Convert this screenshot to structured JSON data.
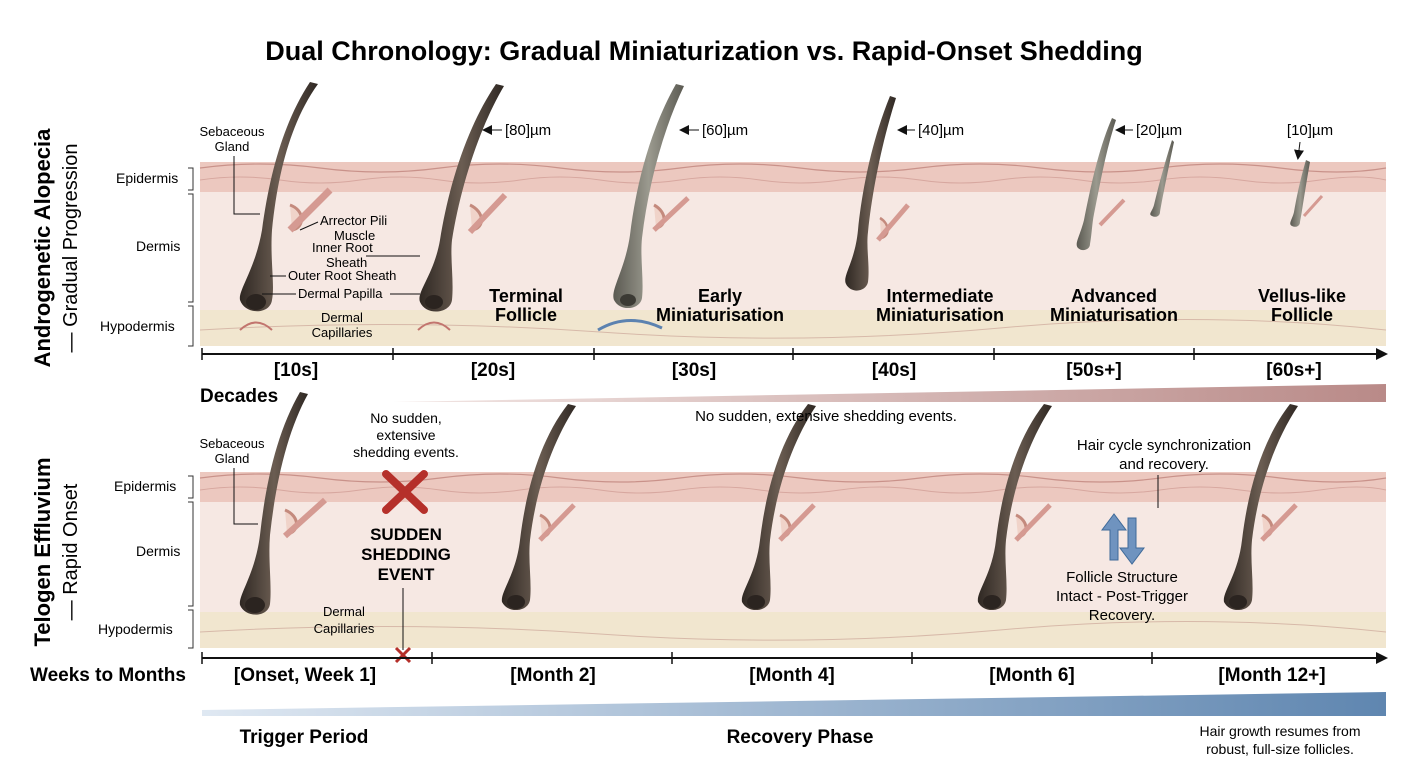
{
  "title": "Dual Chronology: Gradual Miniaturization vs. Rapid-Onset Shedding",
  "panel_top": {
    "side_title": "Androgenetic Alopecia",
    "side_subtitle": "— Gradual Progression",
    "layers": [
      "Epidermis",
      "Dermis",
      "Hypodermis"
    ],
    "anatomy_labels": {
      "sebaceous": [
        "Sebaceous",
        "Gland"
      ],
      "arrector": [
        "Arrector Pili",
        "Muscle"
      ],
      "inner_root": [
        "Inner Root",
        "Sheath"
      ],
      "outer_root": "Outer Root Sheath",
      "dermal_papilla": "Dermal Papilla",
      "capillaries": [
        "Dermal",
        "Capillaries"
      ]
    },
    "diameters": [
      "[80]µm",
      "[60]µm",
      "[40]µm",
      "[20]µm",
      "[10]µm"
    ],
    "stages": [
      [
        "Terminal",
        "Follicle"
      ],
      [
        "Early",
        "Miniaturisation"
      ],
      [
        "Intermediate",
        "Miniaturisation"
      ],
      [
        "Advanced",
        "Miniaturisation"
      ],
      [
        "Vellus-like",
        "Follicle"
      ]
    ],
    "axis_ticks": [
      "[10s]",
      "[20s]",
      "[30s]",
      "[40s]",
      "[50s+]",
      "[60s+]"
    ],
    "axis_label": "Decades",
    "note": "No sudden, extensive shedding events."
  },
  "panel_bottom": {
    "side_title": "Telogen Effluvium",
    "side_subtitle": "— Rapid Onset",
    "layers": [
      "Epidermis",
      "Dermis",
      "Hypodermis"
    ],
    "anatomy_labels": {
      "sebaceous": [
        "Sebaceous",
        "Gland"
      ],
      "capillaries": [
        "Dermal",
        "Capillaries"
      ]
    },
    "no_shedding_note": [
      "No sudden,",
      "extensive",
      "shedding events."
    ],
    "event_label": [
      "SUDDEN",
      "SHEDDING",
      "EVENT"
    ],
    "sync_note": [
      "Hair cycle synchronization",
      "and recovery."
    ],
    "intact_note": [
      "Follicle Structure",
      "Intact - Post-Trigger",
      "Recovery."
    ],
    "axis_label": "Weeks to Months",
    "axis_ticks": [
      "[Onset, Week 1]",
      "[Month 2]",
      "[Month 4]",
      "[Month 6]",
      "[Month 12+]"
    ],
    "phases": [
      "Trigger Period",
      "Recovery Phase"
    ],
    "final_note": [
      "Hair growth resumes from",
      "robust, full-size follicles."
    ]
  },
  "colors": {
    "hair": "#4a4038",
    "skin_epidermis": "#ecc8bf",
    "skin_dermis": "#f6e8e3",
    "hypodermis": "#f1e6cf",
    "muscle": "#d59a92",
    "alert_red": "#b5302a",
    "wedge_top": "#b98a88",
    "wedge_bottom": "#5f86b0"
  }
}
